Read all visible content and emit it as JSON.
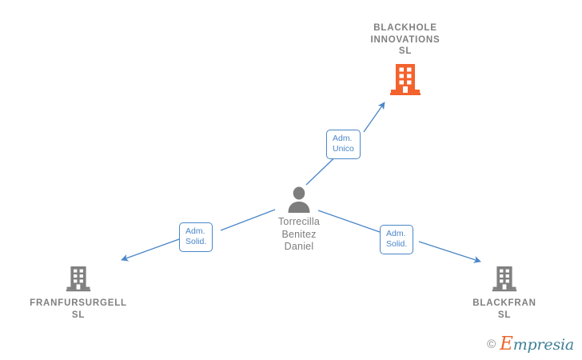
{
  "diagram": {
    "type": "company-officer-relationship-graph",
    "background_color": "#ffffff",
    "accent_line_color": "#4a86c8",
    "highlight_color": "#f4622d",
    "neutral_color": "#808080"
  },
  "nodes": {
    "target_company": {
      "name": "BLACKHOLE\nINNOVATIONS\nSL",
      "icon": "building-icon",
      "color": "#f4622d",
      "role": "focus-company"
    },
    "person": {
      "name": "Torrecilla\nBenitez\nDaniel",
      "icon": "person-icon",
      "color": "#7d7d7d",
      "role": "administrator"
    },
    "company_left": {
      "name": "FRANFURSURGELL\nSL",
      "icon": "building-icon",
      "color": "#808080",
      "role": "related-company"
    },
    "company_right": {
      "name": "BLACKFRAN\nSL",
      "icon": "building-icon",
      "color": "#808080",
      "role": "related-company"
    }
  },
  "edges": [
    {
      "id": "edge-person-to-target",
      "from": "person",
      "to": "target_company",
      "label": "Adm.\nUnico",
      "color": "#4a86c8"
    },
    {
      "id": "edge-person-to-left",
      "from": "person",
      "to": "company_left",
      "label": "Adm.\nSolid.",
      "color": "#4a86c8"
    },
    {
      "id": "edge-person-to-right",
      "from": "person",
      "to": "company_right",
      "label": "Adm.\nSolid.",
      "color": "#4a86c8"
    }
  ],
  "watermark": {
    "copyright": "©",
    "brand_initial": "E",
    "brand_rest": "mpresia",
    "initial_color": "#e8682c",
    "rest_color": "#3f7f96"
  }
}
